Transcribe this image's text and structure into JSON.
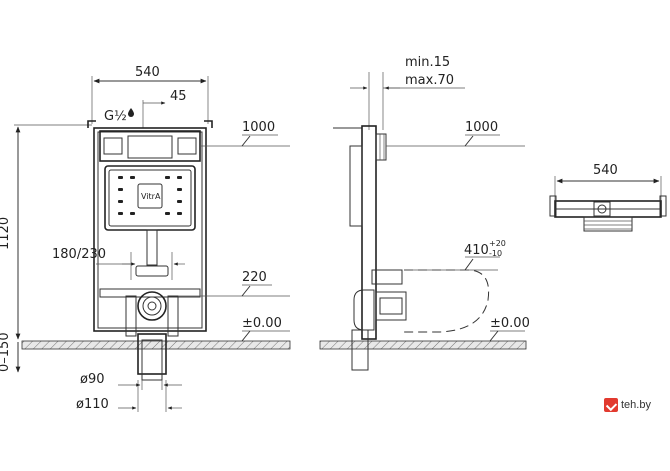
{
  "front_view": {
    "width_label": "540",
    "inlet_label": "G½",
    "inlet_offset_label": "45",
    "height_label": "1120",
    "cistern_level_label": "1000",
    "pipe_range_label": "180/230",
    "drain_height_label": "220",
    "floor_level_label": "±0.00",
    "adjust_range_label": "0–150",
    "diameter_90_label": "ø90",
    "diameter_110_label": "ø110",
    "plate_brand": "VitrA"
  },
  "side_view": {
    "min_label": "min.15",
    "max_label": "max.70",
    "cistern_level_label": "1000",
    "bowl_height_label": "410",
    "tolerance_plus": "+20",
    "tolerance_minus": "-10",
    "floor_level_label": "±0.00"
  },
  "top_view": {
    "width_label": "540"
  },
  "watermark": {
    "text": "teh.by"
  }
}
